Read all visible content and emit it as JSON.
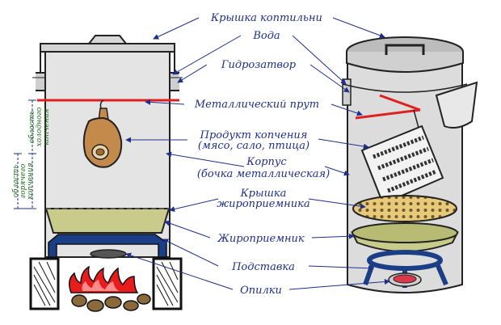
{
  "labels": {
    "lid": "Крышка коптильни",
    "water": "Вода",
    "water_seal": "Гидрозатвор",
    "metal_rod": "Металлический прут",
    "product_line1": "Продукт копчения",
    "product_line2": "(мясо, сало, птица)",
    "body_line1": "Корпус",
    "body_line2": "(бочка металлическая)",
    "fat_lid_line1": "Крышка",
    "fat_lid_line2": "жироприемника",
    "fat_catcher": "Жироприемник",
    "stand": "Подставка",
    "sawdust": "Опилки"
  },
  "zones": {
    "cold_smoking_1": "область",
    "cold_smoking_2": "холодного",
    "cold_smoking_3": "копчения",
    "hot_smoking_1": "область",
    "hot_smoking_2": "горячего",
    "hot_smoking_3": "копчения"
  },
  "colors": {
    "label_text": "#1f2f8a",
    "zone_text": "#1d6b1d",
    "rod": "#e02020",
    "flame": "#e81c1c",
    "fat_tray": "#c8cb8a",
    "stand_blue": "#1b3f86"
  }
}
